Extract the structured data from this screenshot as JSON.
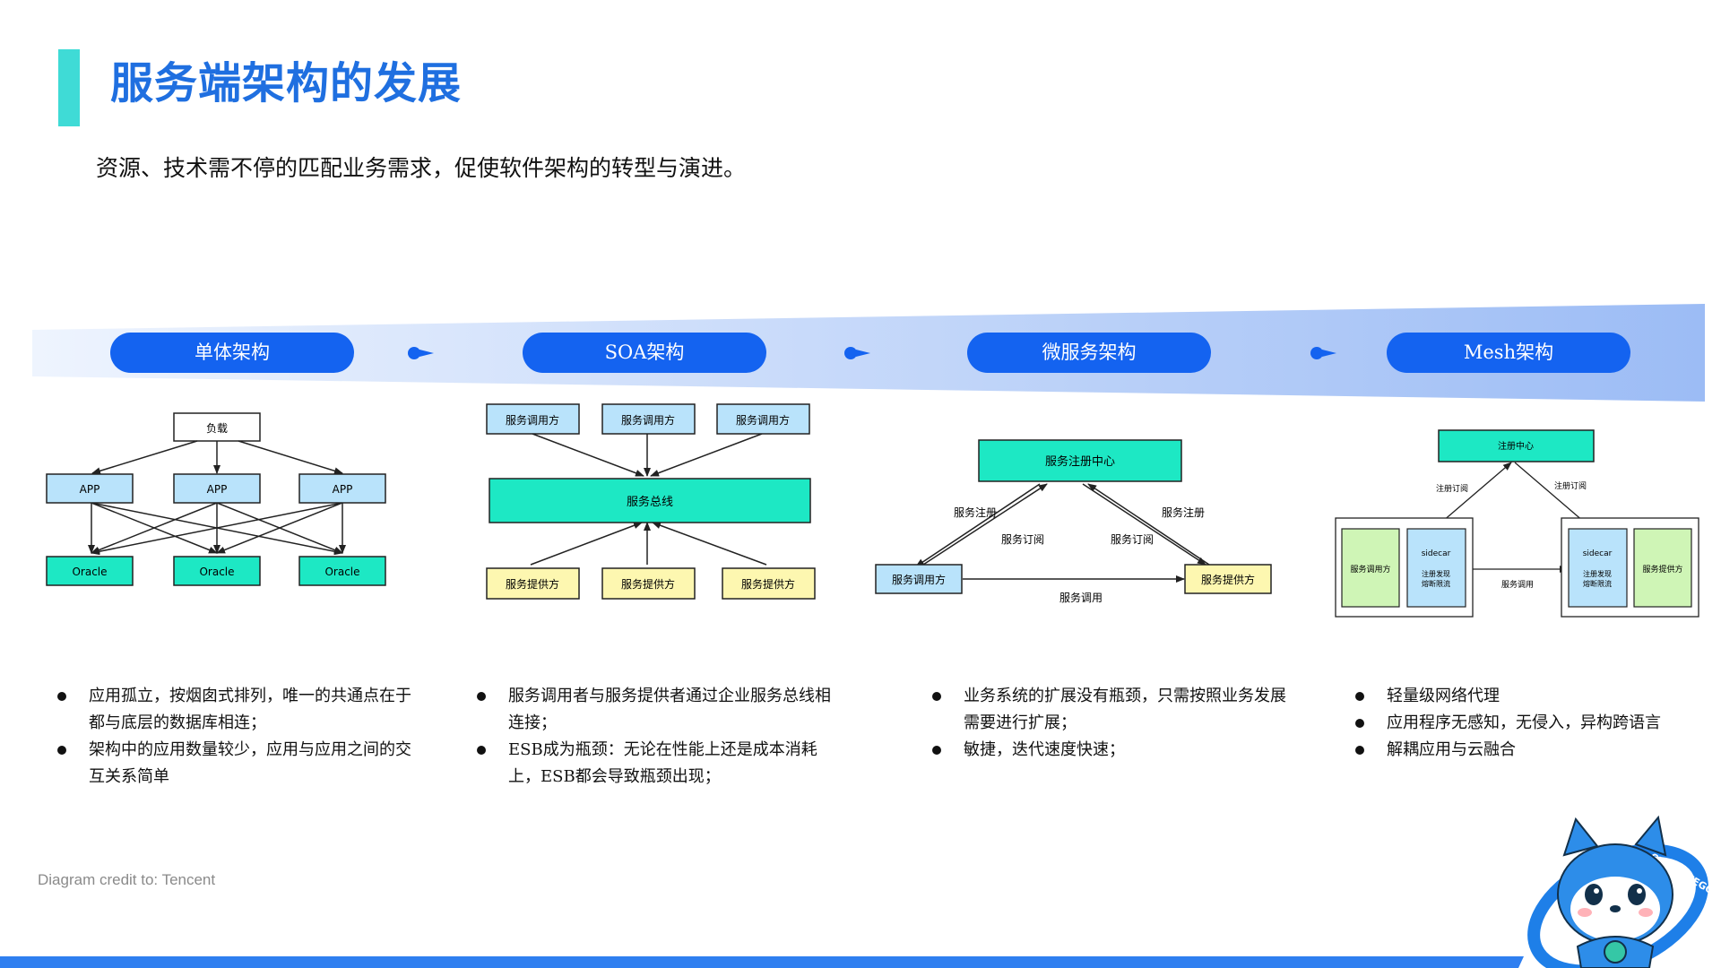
{
  "title": "服务端架构的发展",
  "subtitle": "资源、技术需不停的匹配业务需求，促使软件架构的转型与演进。",
  "colors": {
    "accent": "#1463f0",
    "title": "#1f6fe0",
    "teal": "#3fdbd6",
    "node_blue": "#b9e3fb",
    "node_green": "#1de8c4",
    "node_yellow": "#fdf7b0",
    "node_lightgreen": "#cff5b6"
  },
  "stages": [
    {
      "label": "单体架构"
    },
    {
      "label": "SOA架构"
    },
    {
      "label": "微服务架构"
    },
    {
      "label": "Mesh架构"
    }
  ],
  "monolith": {
    "load": "负载",
    "app": [
      "APP",
      "APP",
      "APP"
    ],
    "oracle": [
      "Oracle",
      "Oracle",
      "Oracle"
    ]
  },
  "soa": {
    "callers": [
      "服务调用方",
      "服务调用方",
      "服务调用方"
    ],
    "bus": "服务总线",
    "providers": [
      "服务提供方",
      "服务提供方",
      "服务提供方"
    ]
  },
  "micro": {
    "registry": "服务注册中心",
    "register_left": "服务注册",
    "subscribe_left": "服务订阅",
    "register_right": "服务注册",
    "subscribe_right": "服务订阅",
    "caller": "服务调用方",
    "provider": "服务提供方",
    "call": "服务调用"
  },
  "mesh": {
    "registry": "注册中心",
    "sub_left": "注册订阅",
    "sub_right": "注册订阅",
    "caller": "服务调用方",
    "sidecar_title": "sidecar",
    "sidecar_line1": "注册发现",
    "sidecar_line2": "熔断限流",
    "call": "服务调用",
    "provider": "服务提供方"
  },
  "bullets": [
    [
      "应用孤立，按烟囱式排列，唯一的共通点在于都与底层的数据库相连；",
      "架构中的应用数量较少，应用与应用之间的交互关系简单"
    ],
    [
      "服务调用者与服务提供者通过企业服务总线相连接；",
      "ESB成为瓶颈：无论在性能上还是成本消耗上，ESB都会导致瓶颈出现；"
    ],
    [
      "业务系统的扩展没有瓶颈，只需按照业务发展需要进行扩展；",
      "敏捷，迭代速度快速；"
    ],
    [
      "轻量级网络代理",
      "应用程序无感知，无侵入，异构跨语言",
      "解耦应用与云融合"
    ]
  ],
  "credit": "Diagram credit to: Tencent",
  "mascot_ring_text": "CLOUDWEGO"
}
